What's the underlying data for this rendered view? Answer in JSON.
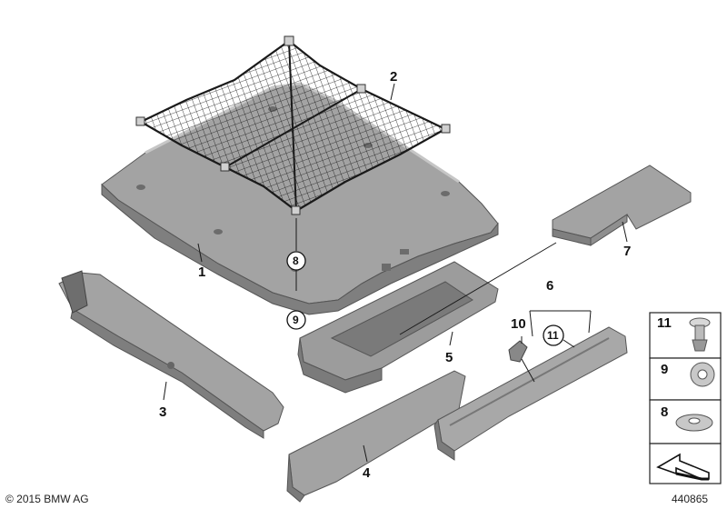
{
  "callouts": {
    "c1": "1",
    "c2": "2",
    "c3": "3",
    "c4": "4",
    "c5": "5",
    "c6": "6",
    "c7": "7",
    "c8": "8",
    "c9": "9",
    "c10": "10",
    "c11": "11"
  },
  "legend": {
    "l11": "11",
    "l9": "9",
    "l8": "8"
  },
  "footer": {
    "copyright": "© 2015 BMW AG",
    "image_id": "440865"
  },
  "colors": {
    "part_fill": "#a2a2a2",
    "part_dark": "#7e7e7e",
    "part_light": "#c4c4c4",
    "line": "#1a1a1a"
  }
}
